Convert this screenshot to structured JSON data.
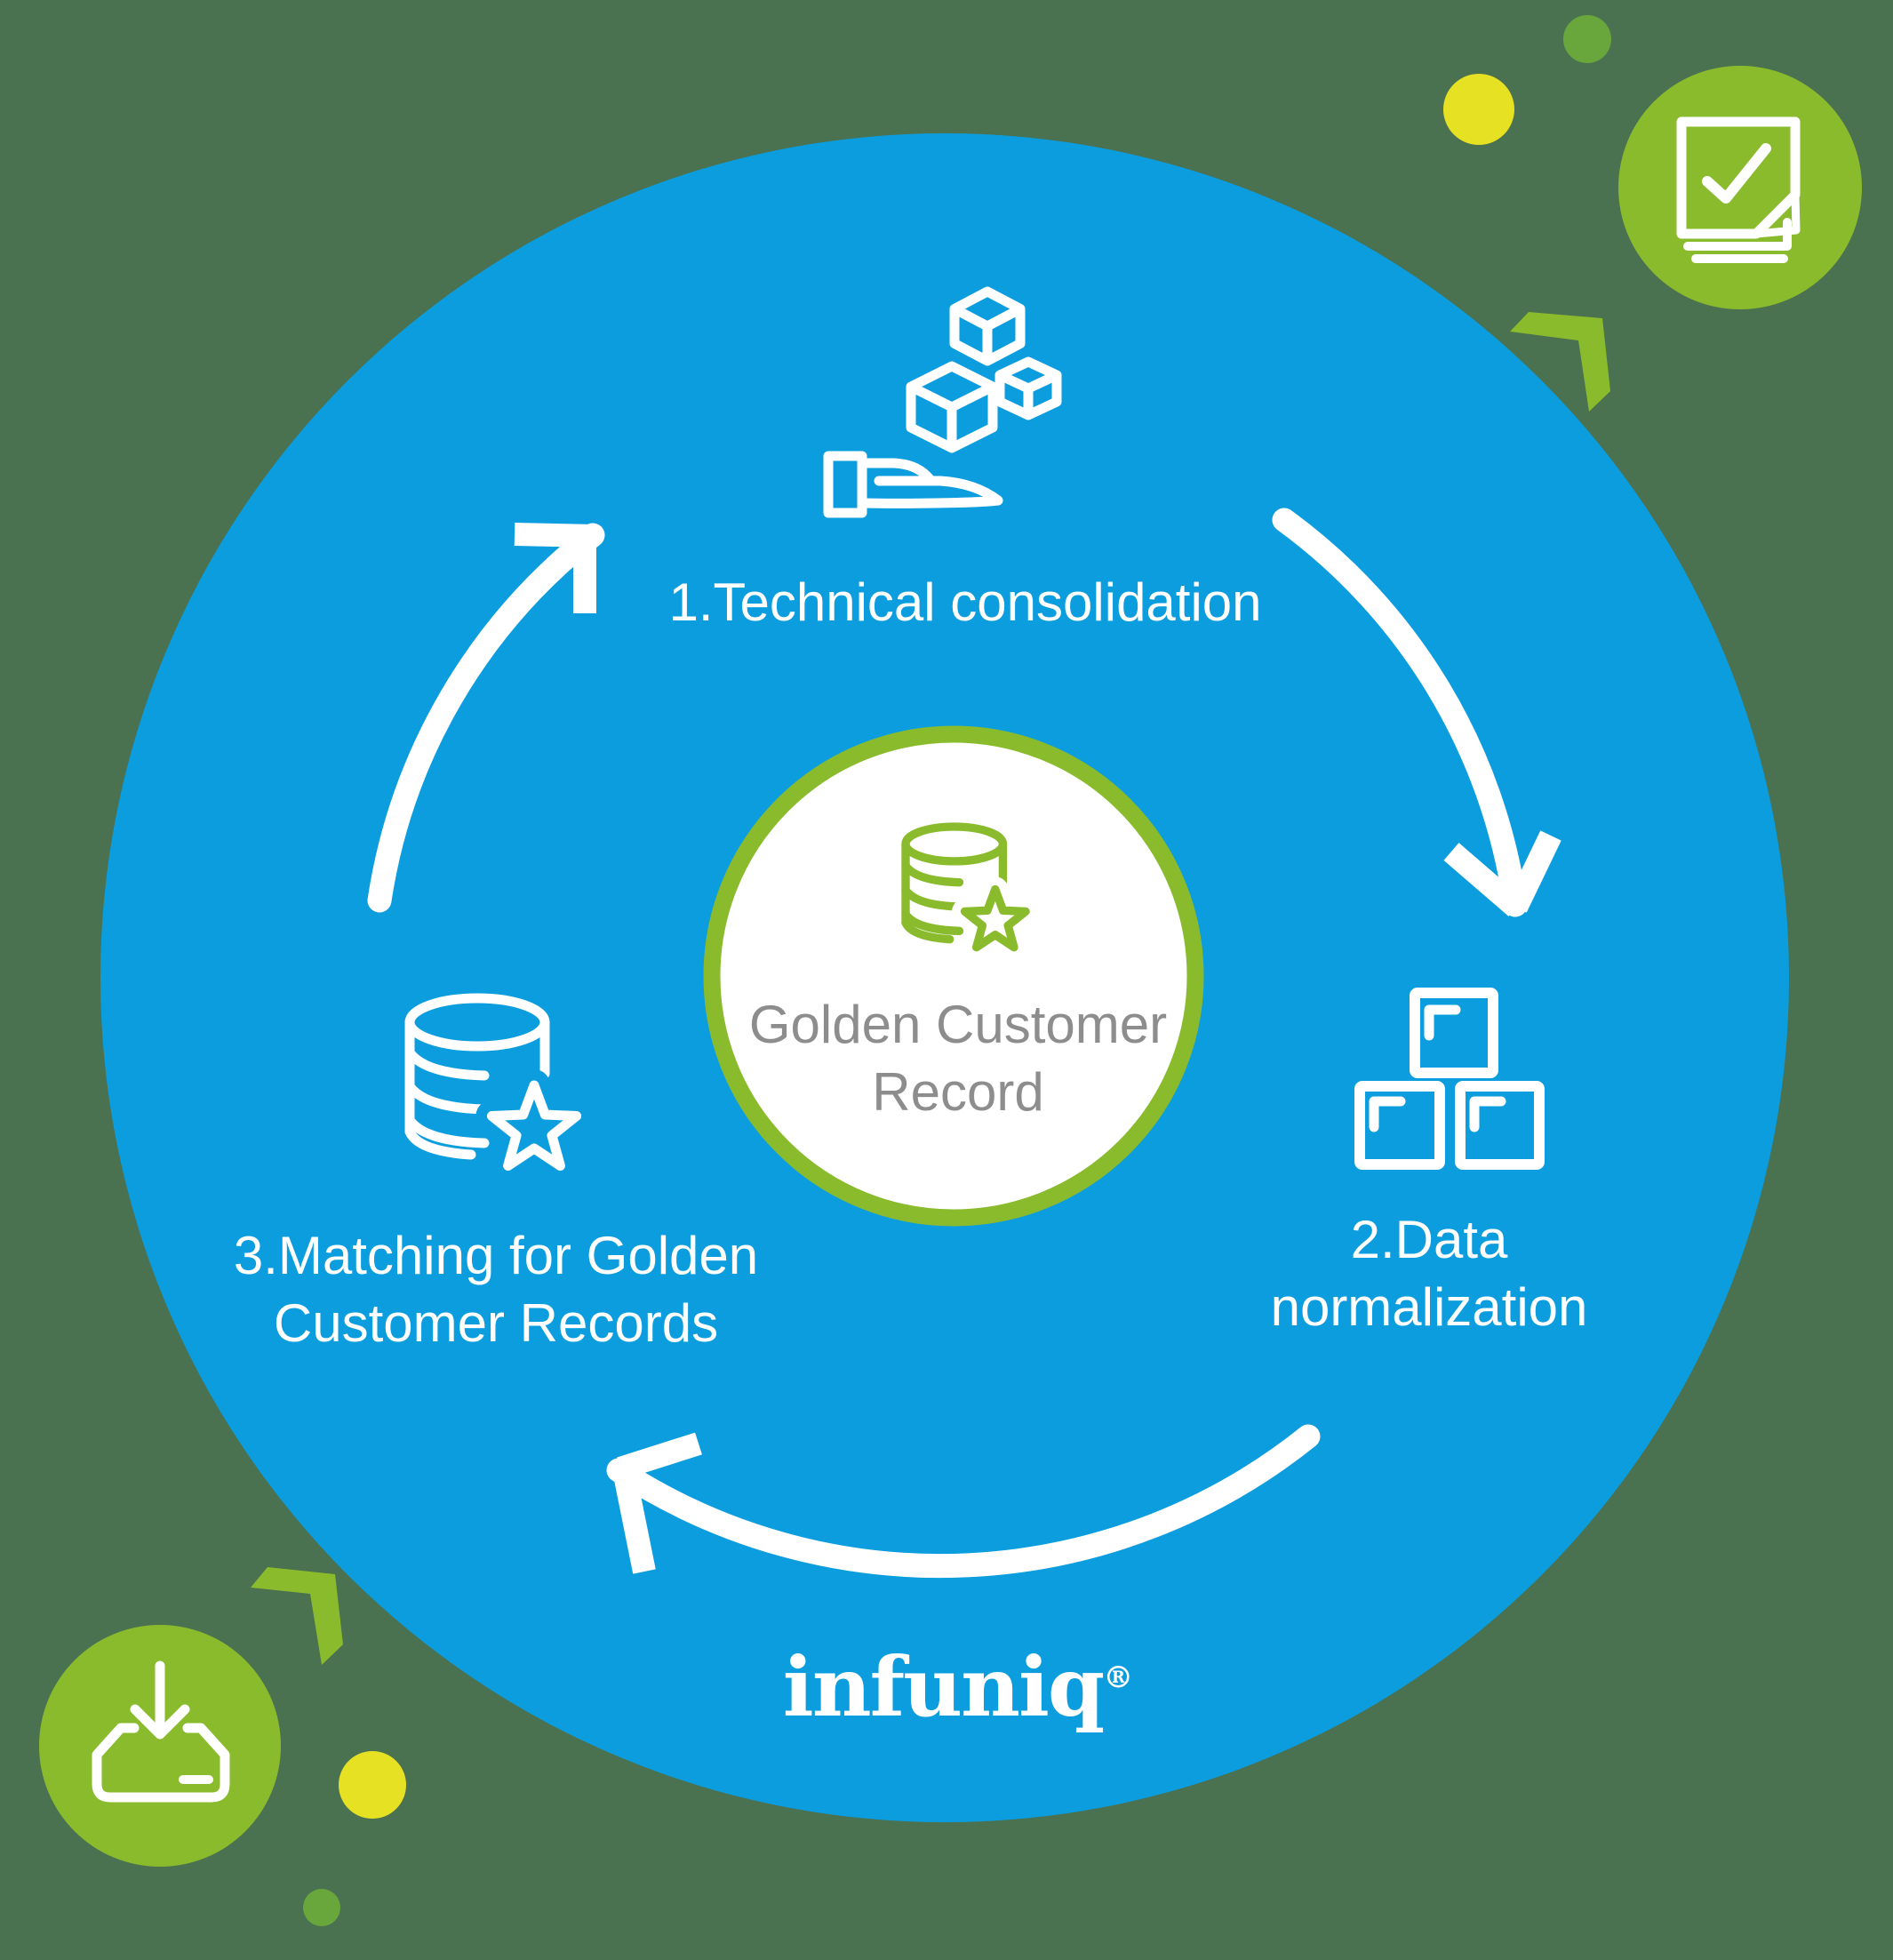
{
  "colors": {
    "background": "#4A7150",
    "blue": "#0C9DDF",
    "lime": "#8ABB2D",
    "lime_dark": "#69A73D",
    "yellow": "#E7E124",
    "white": "#FFFFFF",
    "text_gray": "#8D8D8D"
  },
  "center": {
    "line1": "Golden Customer",
    "line2": "Record",
    "icon": "database-star-icon"
  },
  "steps": [
    {
      "label": "1.Technical consolidation",
      "icon": "hand-cubes-icon"
    },
    {
      "label_line1": "2.Data",
      "label_line2": "normalization",
      "icon": "data-blocks-icon"
    },
    {
      "label_line1": "3.Matching for Golden",
      "label_line2": "Customer Records",
      "icon": "database-star-icon"
    }
  ],
  "logo": {
    "text": "infuniq",
    "registered": "®"
  },
  "badges": {
    "top_right": "document-check-icon",
    "bottom_left": "inbox-download-icon"
  }
}
